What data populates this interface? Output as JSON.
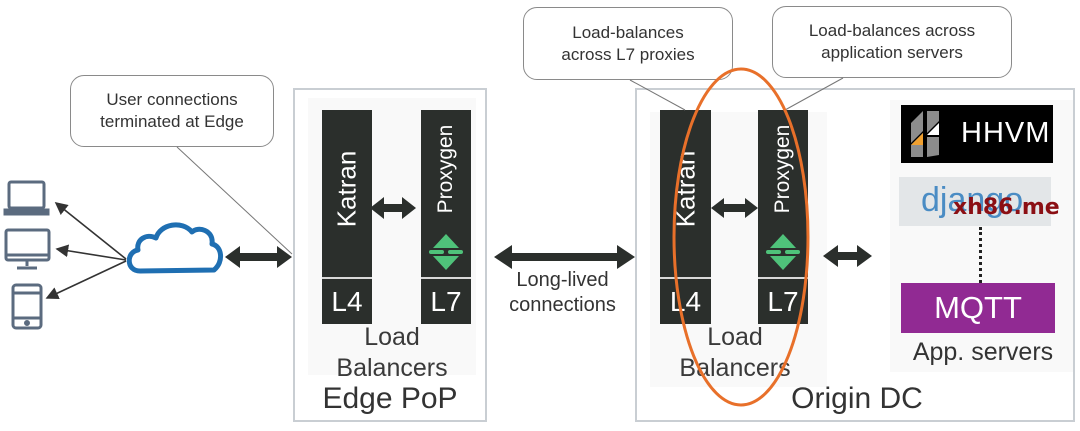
{
  "callouts": {
    "edge": {
      "line1": "User connections",
      "line2": "terminated at Edge"
    },
    "l7": {
      "line1": "Load-balances",
      "line2": "across L7 proxies"
    },
    "app": {
      "line1": "Load-balances across",
      "line2": "application servers"
    }
  },
  "clients": [
    {
      "icon": "laptop-icon"
    },
    {
      "icon": "desktop-monitor-icon"
    },
    {
      "icon": "tablet-icon"
    }
  ],
  "edge_pop": {
    "title": "Edge PoP",
    "l4": {
      "name": "Katran",
      "layer": "L4"
    },
    "l7": {
      "name": "Proxygen",
      "layer": "L7"
    },
    "group_label_line1": "Load",
    "group_label_line2": "Balancers"
  },
  "link_label": {
    "line1": "Long-lived",
    "line2": "connections"
  },
  "origin_dc": {
    "title": "Origin DC",
    "l4": {
      "name": "Katran",
      "layer": "L4"
    },
    "l7": {
      "name": "Proxygen",
      "layer": "L7"
    },
    "group_label_line1": "Load",
    "group_label_line2": "Balancers",
    "app_servers": {
      "hhvm": "HHVM",
      "django": "django",
      "mqtt": "MQTT",
      "label": "App. servers"
    }
  },
  "watermark": "xh86.me",
  "colors": {
    "dark_block": "#2b2f2c",
    "cloud": "#1f6fb2",
    "highlight_ellipse": "#e8702a",
    "proxygen_logo": "#4fc27a",
    "mqtt": "#912a93",
    "django_text": "#4a8cc4",
    "django_bg": "#e3e6e8",
    "hhvm_orange": "#f0a030",
    "watermark": "#8b0f14"
  }
}
